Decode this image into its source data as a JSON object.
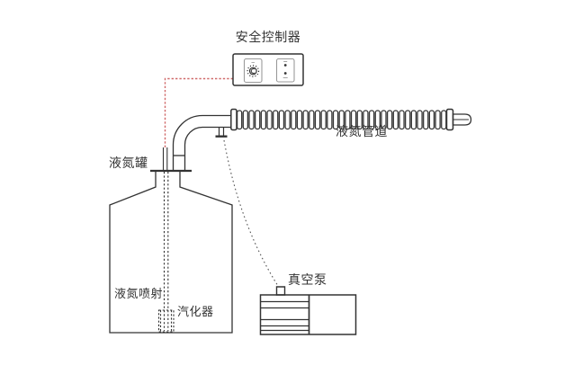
{
  "diagram": {
    "type": "schematic",
    "background_color": "#ffffff",
    "line_color": "#333333",
    "panel_border_color": "#9a9a9a",
    "signal_line_color": "#d06a6a",
    "labels": {
      "controller": "安全控制器",
      "pipeline": "液氮管道",
      "tank": "液氮罐",
      "injection": "液氮喷射",
      "vaporizer": "汽化器",
      "pump": "真空泵"
    },
    "icons": {
      "knob_dial": "dial-knob-icon",
      "indicator_buttons": "indicator-dots-icon"
    }
  }
}
